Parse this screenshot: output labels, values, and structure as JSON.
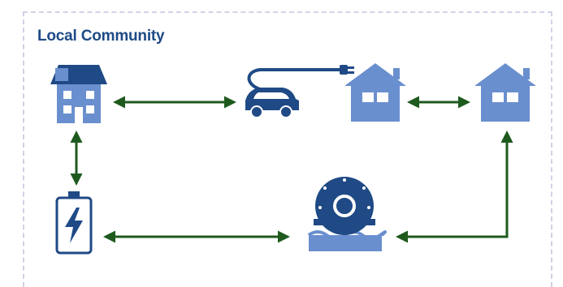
{
  "panel": {
    "title": "Local Community"
  },
  "nodes": [
    {
      "id": "solar-house",
      "icon": "solar-house-icon"
    },
    {
      "id": "electric-car",
      "icon": "electric-car-icon"
    },
    {
      "id": "house-center",
      "icon": "house-icon"
    },
    {
      "id": "house-right",
      "icon": "house-icon"
    },
    {
      "id": "battery",
      "icon": "battery-icon"
    },
    {
      "id": "water-wheel",
      "icon": "water-wheel-icon"
    }
  ],
  "connections": [
    {
      "from": "solar-house",
      "to": "electric-car",
      "direction": "both"
    },
    {
      "from": "house-center",
      "to": "house-right",
      "direction": "both"
    },
    {
      "from": "solar-house",
      "to": "battery",
      "direction": "both"
    },
    {
      "from": "battery",
      "to": "water-wheel",
      "direction": "both"
    },
    {
      "from": "house-right",
      "to": "water-wheel",
      "direction": "both"
    }
  ],
  "colors": {
    "icon_dark": "#1f4a86",
    "icon_light": "#6a8fcf",
    "arrow": "#1e5a1e",
    "border": "#cfd3e6"
  }
}
